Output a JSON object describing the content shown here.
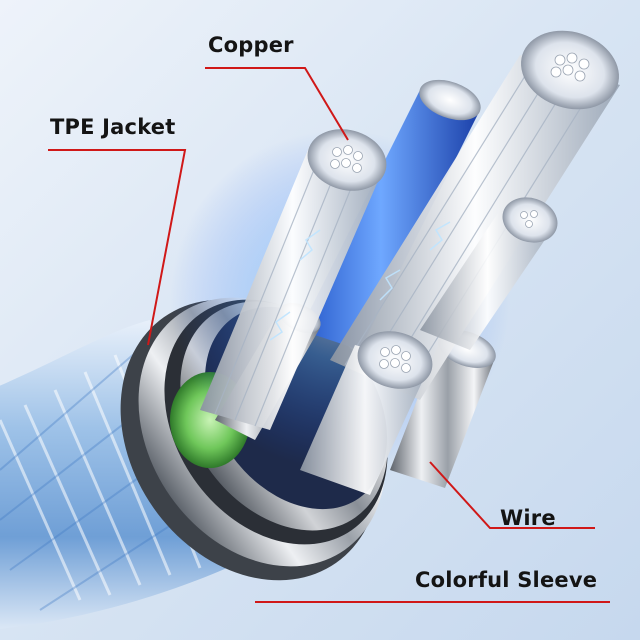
{
  "labels": {
    "copper": "Copper",
    "tpe_jacket": "TPE Jacket",
    "wire": "Wire",
    "colorful_sleeve": "Colorful Sleeve"
  },
  "colors": {
    "background": "#d9e6f4",
    "leader_line": "#d01818",
    "label_text": "#141414",
    "sleeve_blue": "#8fb6e2",
    "metal": "#c4c8d0",
    "glow": "#3a8cff",
    "core_green": "#7fd06a"
  }
}
